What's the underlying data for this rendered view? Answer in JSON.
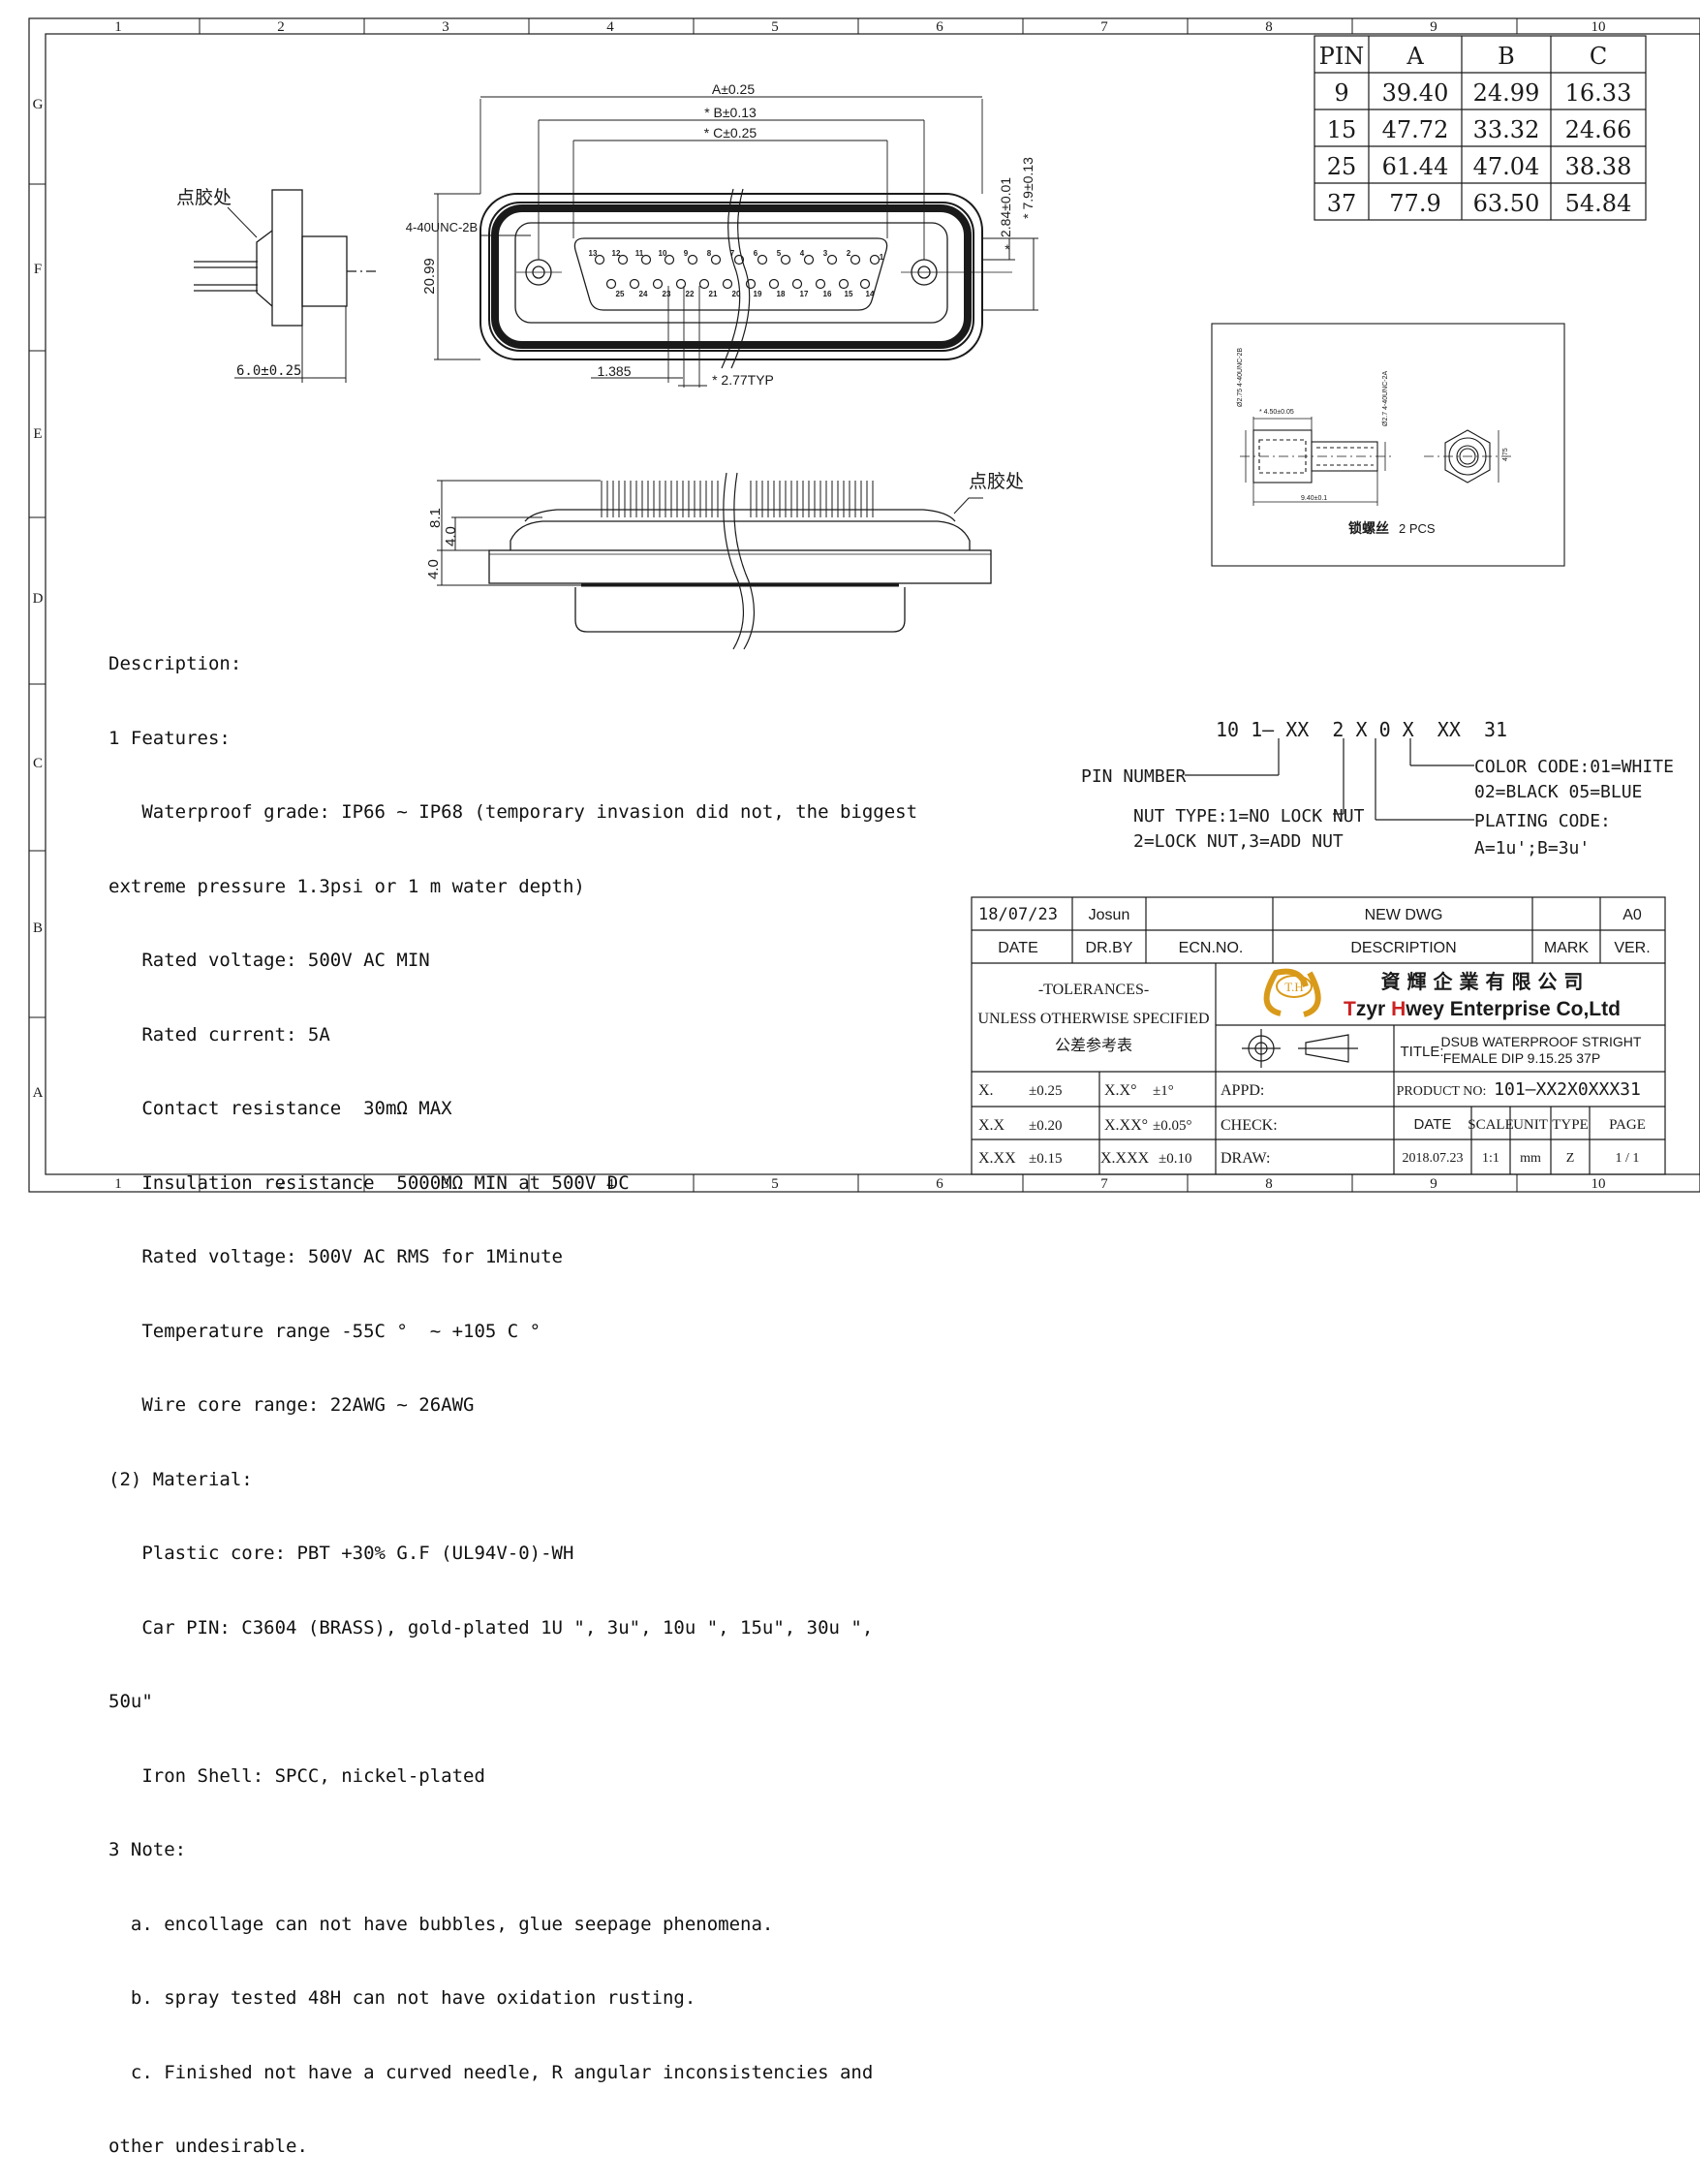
{
  "border": {
    "columns": [
      "1",
      "2",
      "3",
      "4",
      "5",
      "6",
      "7",
      "8",
      "9",
      "10"
    ],
    "rows": [
      "G",
      "F",
      "E",
      "D",
      "C",
      "B",
      "A"
    ]
  },
  "pin_table": {
    "headers": [
      "PIN",
      "A",
      "B",
      "C"
    ],
    "rows": [
      [
        "9",
        "39.40",
        "24.99",
        "16.33"
      ],
      [
        "15",
        "47.72",
        "33.32",
        "24.66"
      ],
      [
        "25",
        "61.44",
        "47.04",
        "38.38"
      ],
      [
        "37",
        "77.9",
        "63.50",
        "54.84"
      ]
    ]
  },
  "front_view": {
    "dim_a": "A±0.25",
    "dim_b": "* B±0.13",
    "dim_c": "* C±0.25",
    "mount_hole": "4-40UNC-2B",
    "height": "20.99",
    "dim_284": "2.84±0.01",
    "dim_79": "* 7.9±0.13",
    "star": "*",
    "dim_1385": "1.385",
    "dim_277": "* 2.77TYP",
    "top_pins": [
      "13",
      "12",
      "11",
      "10",
      "9",
      "8",
      "7",
      "6",
      "5",
      "4",
      "3",
      "2",
      "1"
    ],
    "bottom_pins": [
      "25",
      "24",
      "23",
      "22",
      "21",
      "20",
      "19",
      "18",
      "17",
      "16",
      "15",
      "14"
    ]
  },
  "side_view": {
    "glue_label": "点胶处",
    "dim_6": "6.0±0.25"
  },
  "bottom_view": {
    "glue_label": "点胶处",
    "dim_81": "8.1",
    "dim_40a": "4.0",
    "dim_40b": "4.0"
  },
  "screw_detail": {
    "d1": "Ø2.75 4-40UNC-2B",
    "d2": "Ø2.7 4-40UNC-2A",
    "d3": "* 4.50±0.05",
    "d4": "9.40±0.1",
    "d5": "4.75",
    "caption": "锁螺丝",
    "qty": "2 PCS"
  },
  "part_code": {
    "code": "10 1— XX  2 X 0 X  XX  31",
    "pin_number": "PIN NUMBER",
    "nut_type_1": "NUT TYPE:1=NO LOCK NUT",
    "nut_type_2": "2=LOCK NUT,3=ADD NUT",
    "color_1": "COLOR CODE:01=WHITE",
    "color_2": "02=BLACK 05=BLUE",
    "plating_1": "PLATING CODE:",
    "plating_2": "A=1u';B=3u'"
  },
  "description": [
    "Description:",
    "1 Features:",
    "   Waterproof grade: IP66 ~ IP68 (temporary invasion did not, the biggest",
    "extreme pressure 1.3psi or 1 m water depth)",
    "   Rated voltage: 500V AC MIN",
    "   Rated current: 5A",
    "   Contact resistance  30mΩ MAX",
    "   Insulation resistance  5000MΩ MIN at 500V DC",
    "   Rated voltage: 500V AC RMS for 1Minute",
    "   Temperature range -55C °  ~ +105 C °",
    "   Wire core range: 22AWG ~ 26AWG",
    "(2) Material:",
    "   Plastic core: PBT +30% G.F (UL94V-0)-WH",
    "   Car PIN: C3604 (BRASS), gold-plated 1U \", 3u\", 10u \", 15u\", 30u \",",
    "50u\"",
    "   Iron Shell: SPCC, nickel-plated",
    "3 Note:",
    "  a. encollage can not have bubbles, glue seepage phenomena.",
    "  b. spray tested 48H can not have oxidation rusting.",
    "  c. Finished not have a curved needle, R angular inconsistencies and",
    "other undesirable."
  ],
  "title_block": {
    "rev_date": "18/07/23",
    "rev_by": "Josun",
    "rev_desc": "NEW DWG",
    "rev_ver": "A0",
    "h_date": "DATE",
    "h_drby": "DR.BY",
    "h_ecn": "ECN.NO.",
    "h_desc": "DESCRIPTION",
    "h_mark": "MARK",
    "h_ver": "VER.",
    "tol_1": "-TOLERANCES-",
    "tol_2": "UNLESS OTHERWISE SPECIFIED",
    "tol_3": "公差参考表",
    "logo_mark": "T.H",
    "company_cn": "資 輝 企 業 有 限 公 司",
    "company_en_a": "T",
    "company_en_b": "zyr ",
    "company_en_c": "H",
    "company_en_d": "wey Enterprise Co,Ltd",
    "title_label": "TITLE:",
    "title_1": "DSUB WATERPROOF STRIGHT",
    "title_2": "FEMALE  DIP 9.15.25 37P",
    "product_label": "PRODUCT NO:",
    "product_no": "101—XX2X0XXX31",
    "tol_rows": [
      [
        "X.",
        "±0.25",
        "X.X°",
        "±1°"
      ],
      [
        "X.X",
        "±0.20",
        "X.XX°",
        "±0.05°"
      ],
      [
        "X.XX",
        "±0.15",
        "X.XXX",
        "±0.10"
      ]
    ],
    "appd": "APPD:",
    "check": "CHECK:",
    "draw": "DRAW:",
    "hdr_date": "DATE",
    "hdr_scale": "SCALE",
    "hdr_unit": "UNIT",
    "hdr_type": "TYPE",
    "hdr_page": "PAGE",
    "val_date": "2018.07.23",
    "val_scale": "1:1",
    "val_unit": "mm",
    "val_type": "Z",
    "val_page": "1 / 1"
  },
  "colors": {
    "line": "#1a1a1a",
    "logo_gold": "#d99a1a",
    "logo_red": "#cc2222"
  }
}
